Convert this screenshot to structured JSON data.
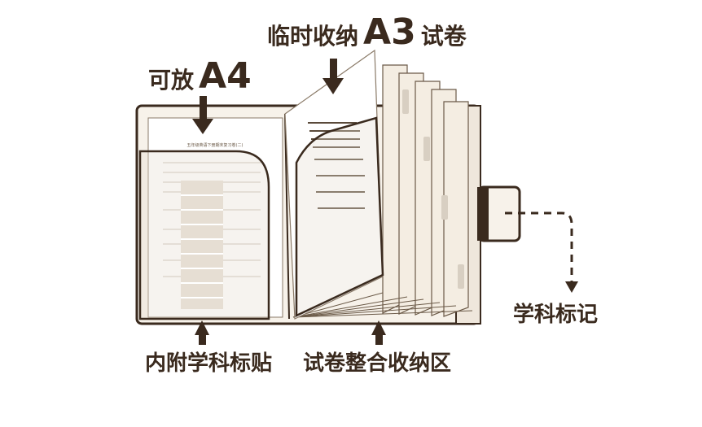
{
  "labels": {
    "a4_prefix": "可放",
    "a4_big": "A4",
    "a3_prefix": "临时收纳",
    "a3_big": "A3",
    "a3_suffix": "试卷",
    "subject_sticker": "内附学科标贴",
    "integrated_storage": "试卷整合收纳区",
    "subject_mark": "学科标记"
  },
  "paper": {
    "title": "五年级英语下册期末复习卷(二)"
  },
  "colors": {
    "outline": "#3a2a1e",
    "fill": "#f7f2ea",
    "tab": "#d8cfc2",
    "arrow": "#3a2a1e"
  }
}
